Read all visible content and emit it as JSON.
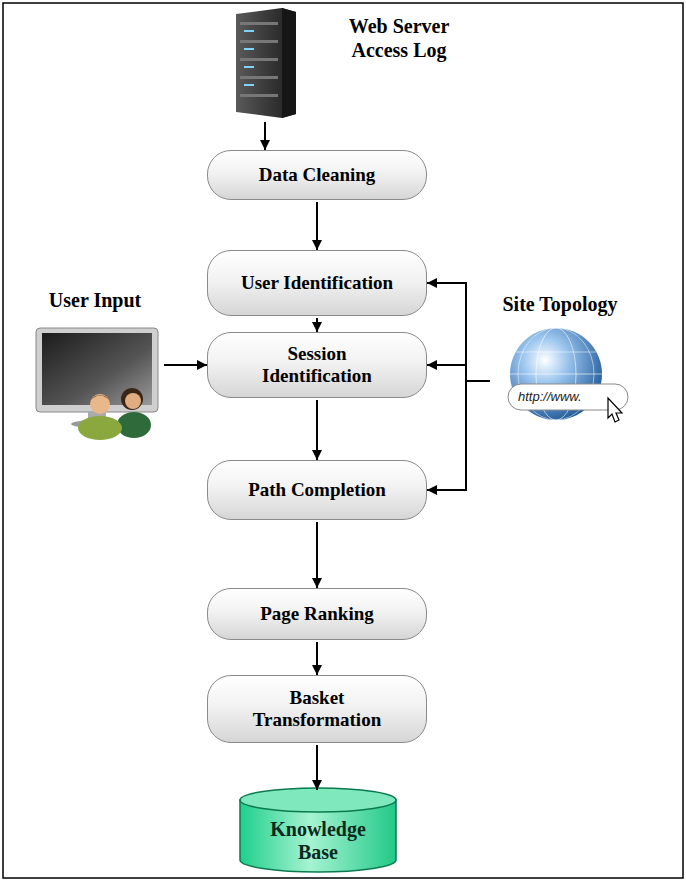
{
  "diagram": {
    "nodes": [
      {
        "text": [
          "Web Server Access Log"
        ]
      },
      {
        "text": [
          "Data Cleaning"
        ]
      },
      {
        "text": [
          "User Identification"
        ]
      },
      {
        "text": [
          "User Input"
        ]
      },
      {
        "text": [
          "Site Topology"
        ]
      },
      {
        "text": [
          "Session Identification"
        ]
      },
      {
        "text": [
          "Path Completion"
        ]
      },
      {
        "text": [
          "Page Ranking"
        ]
      },
      {
        "text": [
          "Basket Transformation"
        ]
      },
      {
        "text": [
          "Knowledge Base"
        ]
      }
    ],
    "edges": [
      {
        "from": 0,
        "to": 1,
        "arrow": "to"
      },
      {
        "from": 1,
        "to": 2,
        "arrow": "to"
      },
      {
        "from": 2,
        "to": 5,
        "arrow": "to"
      },
      {
        "from": 3,
        "to": 5,
        "arrow": "to"
      },
      {
        "from": 4,
        "to": 2,
        "arrow": "to"
      },
      {
        "from": 4,
        "to": 5,
        "arrow": "to"
      },
      {
        "from": 4,
        "to": 6,
        "arrow": "to"
      },
      {
        "from": 5,
        "to": 6,
        "arrow": "to"
      },
      {
        "from": 6,
        "to": 7,
        "arrow": "to"
      },
      {
        "from": 7,
        "to": 8,
        "arrow": "to"
      },
      {
        "from": 8,
        "to": 9,
        "arrow": "to"
      }
    ],
    "labels": [
      "http://www."
    ]
  }
}
